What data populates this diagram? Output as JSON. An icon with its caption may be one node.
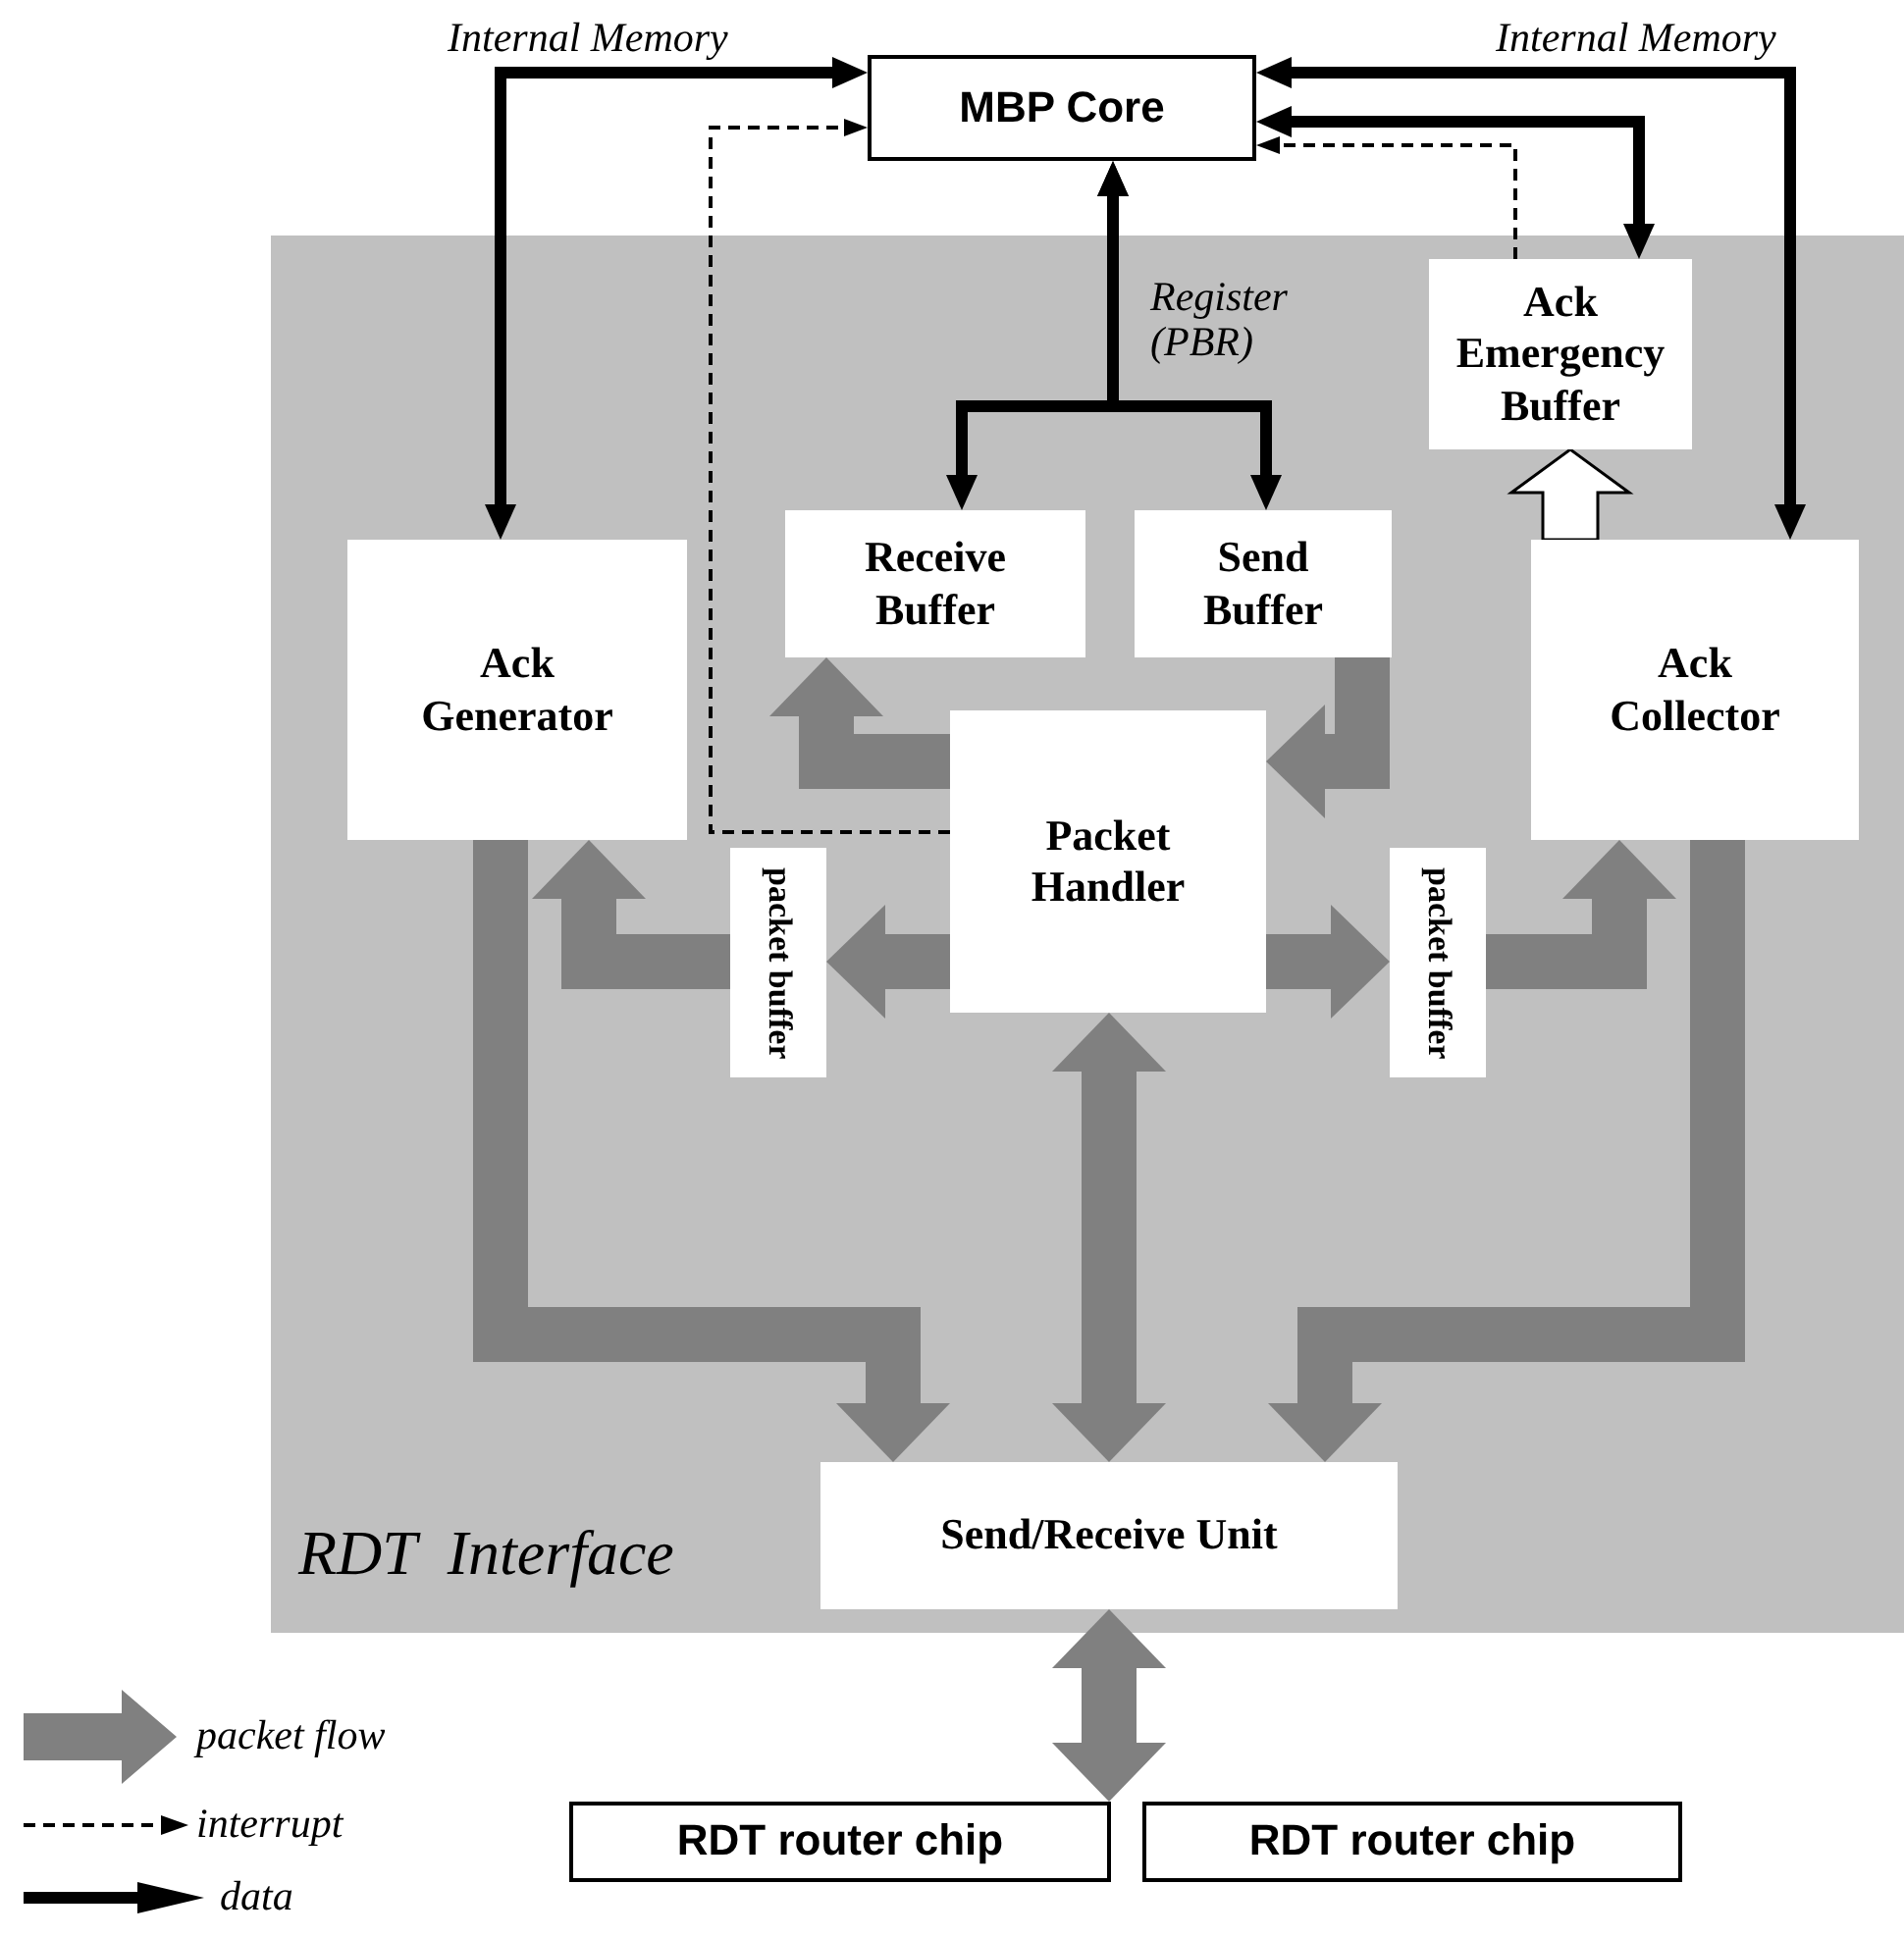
{
  "diagram": {
    "nodes": [
      {
        "text": [
          "RDT  Interface"
        ]
      },
      {
        "text": [
          "MBP Core"
        ]
      },
      {
        "text": [
          "Ack Emergency Buffer"
        ],
        "in": 0
      },
      {
        "text": [
          "Receive Buffer"
        ],
        "in": 0
      },
      {
        "text": [
          "Send Buffer"
        ],
        "in": 0
      },
      {
        "text": [
          "Ack Generator"
        ],
        "in": 0
      },
      {
        "text": [
          "Ack Collector"
        ],
        "in": 0
      },
      {
        "text": [
          "Packet Handler"
        ],
        "in": 0
      },
      {
        "text": [
          "packet buffer"
        ],
        "in": 0
      },
      {
        "text": [
          "packet buffer"
        ],
        "in": 0
      },
      {
        "text": [
          "Send/Receive Unit"
        ],
        "in": 0
      },
      {
        "text": [
          "RDT router chip"
        ]
      },
      {
        "text": [
          "RDT router chip"
        ]
      }
    ],
    "edges": [
      {
        "from": 5,
        "to": 1,
        "arrow": "both",
        "label": "Internal Memory",
        "color": "#000000"
      },
      {
        "from": 6,
        "to": 1,
        "arrow": "both",
        "label": "Internal Memory",
        "color": "#000000"
      },
      {
        "from": 2,
        "to": 1,
        "arrow": "both",
        "color": "#000000"
      },
      {
        "from": 7,
        "to": 1,
        "arrow": "to",
        "style": "dashed",
        "color": "#000000"
      },
      {
        "from": 2,
        "to": 1,
        "arrow": "to",
        "style": "dashed",
        "color": "#000000"
      },
      {
        "from": 3,
        "to": 1,
        "arrow": "both",
        "label": "Register (PBR)",
        "color": "#000000"
      },
      {
        "from": 4,
        "to": 1,
        "arrow": "both",
        "color": "#000000"
      },
      {
        "from": 7,
        "to": 3,
        "arrow": "to"
      },
      {
        "from": 4,
        "to": 7,
        "arrow": "to"
      },
      {
        "from": 7,
        "to": 8,
        "arrow": "to"
      },
      {
        "from": 8,
        "to": 5,
        "arrow": "to"
      },
      {
        "from": 7,
        "to": 9,
        "arrow": "to"
      },
      {
        "from": 9,
        "to": 6,
        "arrow": "to"
      },
      {
        "from": 5,
        "to": 10,
        "arrow": "to"
      },
      {
        "from": 6,
        "to": 10,
        "arrow": "to"
      },
      {
        "from": 7,
        "to": 10,
        "arrow": "both"
      },
      {
        "from": 6,
        "to": 2,
        "arrow": "to",
        "color": "#ffffff"
      },
      {
        "from": 10,
        "to": 11,
        "arrow": "both"
      },
      {
        "from": 10,
        "to": 12,
        "arrow": "both"
      }
    ],
    "legend": [
      {
        "text": "packet flow"
      },
      {
        "text": "interrupt"
      },
      {
        "text": "data"
      }
    ]
  }
}
